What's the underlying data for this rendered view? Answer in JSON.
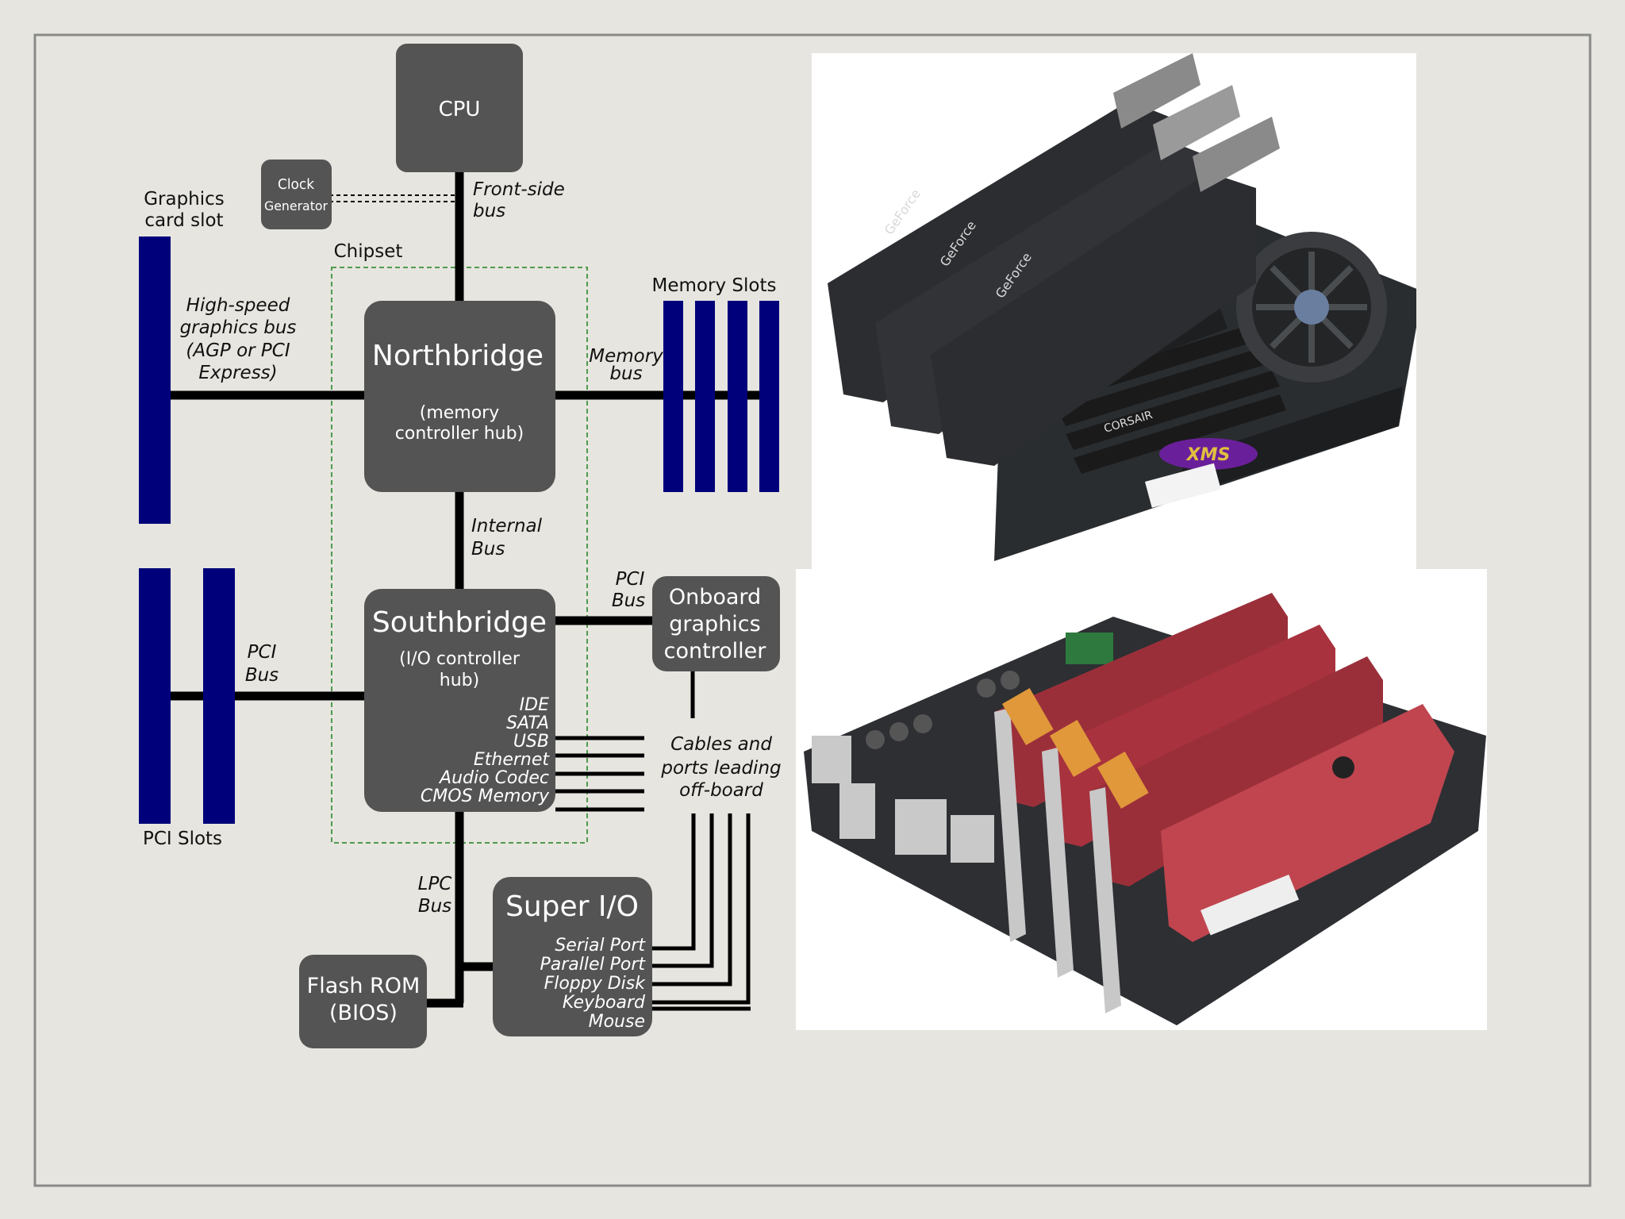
{
  "diagram": {
    "cpu": "CPU",
    "clock_line1": "Clock",
    "clock_line2": "Generator",
    "fsb_line1": "Front-side",
    "fsb_line2": "bus",
    "graphics_slot_line1": "Graphics",
    "graphics_slot_line2": "card slot",
    "chipset": "Chipset",
    "hsgb_line1": "High-speed",
    "hsgb_line2": "graphics bus",
    "hsgb_line3": "(AGP or PCI",
    "hsgb_line4": "Express)",
    "northbridge": "Northbridge",
    "nb_sub_line1": "(memory",
    "nb_sub_line2": "controller hub)",
    "memory_slots": "Memory Slots",
    "memory_bus_line1": "Memory",
    "memory_bus_line2": "bus",
    "internal_bus_line1": "Internal",
    "internal_bus_line2": "Bus",
    "southbridge": "Southbridge",
    "sb_sub_line1": "(I/O controller",
    "sb_sub_line2": "hub)",
    "sb_ports": [
      "IDE",
      "SATA",
      "USB",
      "Ethernet",
      "Audio Codec",
      "CMOS Memory"
    ],
    "pci_bus_left_line1": "PCI",
    "pci_bus_left_line2": "Bus",
    "pci_slots": "PCI Slots",
    "pci_bus_right_line1": "PCI",
    "pci_bus_right_line2": "Bus",
    "onboard_line1": "Onboard",
    "onboard_line2": "graphics",
    "onboard_line3": "controller",
    "cables_line1": "Cables and",
    "cables_line2": "ports leading",
    "cables_line3": "off-board",
    "lpc_line1": "LPC",
    "lpc_line2": "Bus",
    "super_io": "Super I/O",
    "sio_ports": [
      "Serial Port",
      "Parallel Port",
      "Floppy Disk",
      "Keyboard",
      "Mouse"
    ],
    "flash_line1": "Flash ROM",
    "flash_line2": "(BIOS)"
  },
  "photos": {
    "top_brand": "GeForce",
    "top_brand2": "CORSAIR",
    "top_memory": "XMS"
  },
  "colors": {
    "background": "#e6e5df",
    "frame": "#8a8a8a",
    "box": "#545454",
    "bus": "#000000",
    "slot": "#00007a",
    "chipset_outline": "#4f9a4f"
  }
}
